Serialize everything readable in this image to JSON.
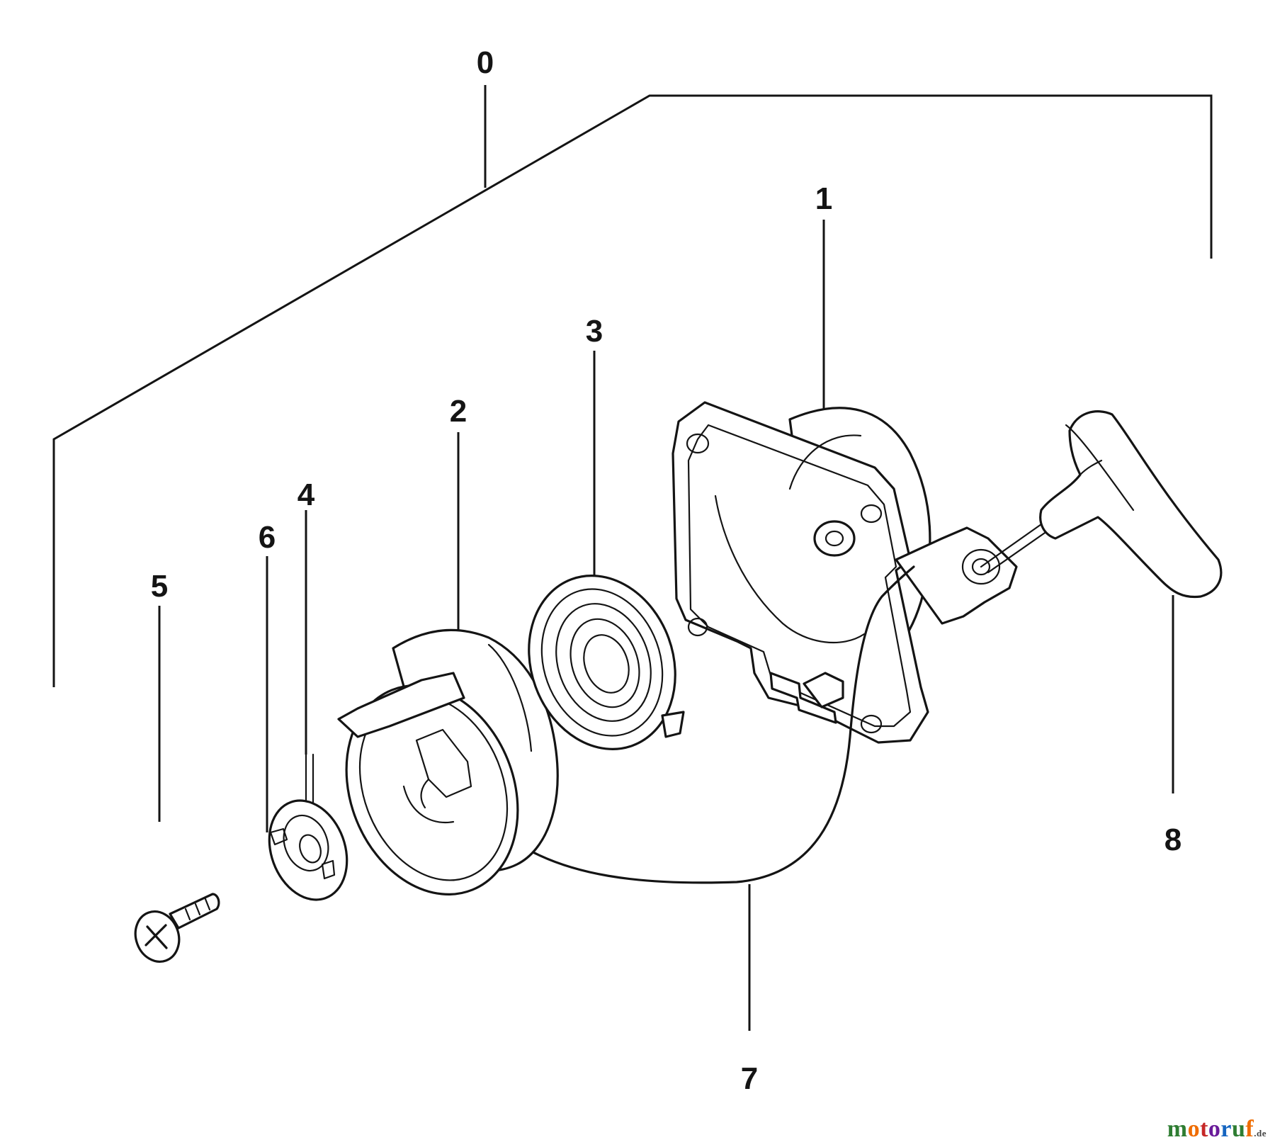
{
  "callouts": {
    "c0": "0",
    "c1": "1",
    "c2": "2",
    "c3": "3",
    "c4": "4",
    "c5": "5",
    "c6": "6",
    "c7": "7",
    "c8": "8"
  },
  "watermark": {
    "m": "m",
    "o1": "o",
    "t": "t",
    "o2": "o",
    "r": "r",
    "u": "u",
    "f": "f",
    "suffix": ".de",
    "colors": [
      "#2e7d32",
      "#ef6c00",
      "#c62828",
      "#6a1b9a",
      "#1565c0",
      "#2e7d32",
      "#ef6c00"
    ]
  }
}
